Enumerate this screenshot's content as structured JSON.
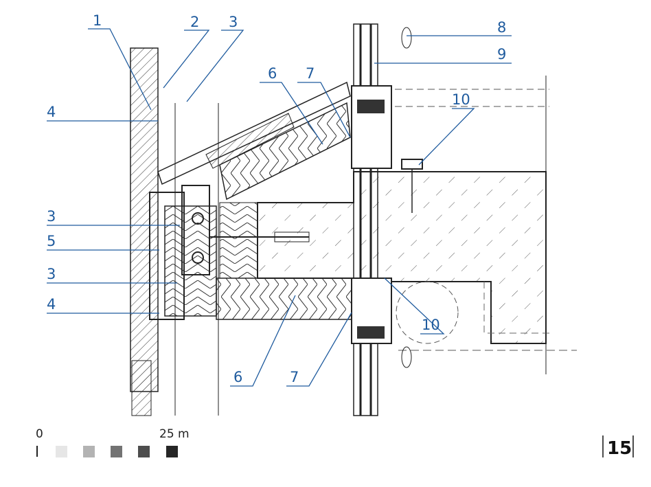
{
  "callouts": [
    "1",
    "2",
    "3",
    "4",
    "3",
    "5",
    "3",
    "4",
    "6",
    "7",
    "8",
    "9",
    "10",
    "10",
    "6",
    "7"
  ],
  "scale_bar": {
    "start_label": "0",
    "end_label": "25 m",
    "swatch_colors": [
      "#e6e6e6",
      "#b3b3b3",
      "#737373",
      "#4d4d4d",
      "#262626"
    ]
  },
  "page_number": "15",
  "colors": {
    "callout": "#1f5b9e",
    "line": "#222222"
  }
}
